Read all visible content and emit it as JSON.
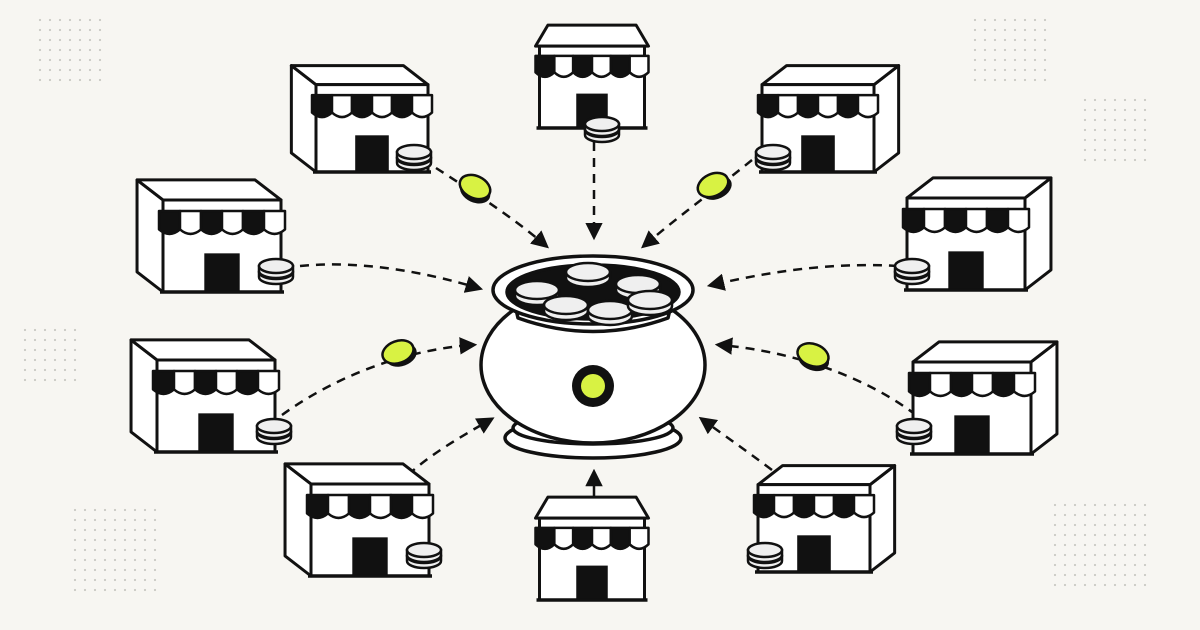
{
  "colors": {
    "background": "#F7F6F2",
    "ink": "#111111",
    "paper": "#FFFFFF",
    "accent": "#D8F243",
    "coin": "#EFEFEF",
    "dots": "#C9C9C4"
  },
  "diagram": {
    "center": {
      "icon": "pot-of-coins-icon"
    },
    "nodes": [
      {
        "id": "shop-top-center",
        "icon": "storefront-icon"
      },
      {
        "id": "shop-upper-left",
        "icon": "storefront-icon"
      },
      {
        "id": "shop-upper-right",
        "icon": "storefront-icon"
      },
      {
        "id": "shop-mid-left-upper",
        "icon": "storefront-icon"
      },
      {
        "id": "shop-mid-right-upper",
        "icon": "storefront-icon"
      },
      {
        "id": "shop-mid-left-lower",
        "icon": "storefront-icon"
      },
      {
        "id": "shop-mid-right-lower",
        "icon": "storefront-icon"
      },
      {
        "id": "shop-lower-left",
        "icon": "storefront-icon"
      },
      {
        "id": "shop-lower-right",
        "icon": "storefront-icon"
      },
      {
        "id": "shop-bottom-center",
        "icon": "storefront-icon"
      }
    ],
    "edges": [
      {
        "from": "shop-top-center",
        "to": "pot",
        "style": "dashed-arrow"
      },
      {
        "from": "shop-upper-left",
        "to": "pot",
        "style": "dashed-arrow",
        "coin": "accent"
      },
      {
        "from": "shop-upper-right",
        "to": "pot",
        "style": "dashed-arrow",
        "coin": "accent"
      },
      {
        "from": "shop-mid-left-upper",
        "to": "pot",
        "style": "dashed-arrow"
      },
      {
        "from": "shop-mid-right-upper",
        "to": "pot",
        "style": "dashed-arrow"
      },
      {
        "from": "shop-mid-left-lower",
        "to": "pot",
        "style": "dashed-arrow",
        "coin": "accent"
      },
      {
        "from": "shop-mid-right-lower",
        "to": "pot",
        "style": "dashed-arrow",
        "coin": "accent"
      },
      {
        "from": "shop-lower-left",
        "to": "pot",
        "style": "dashed-arrow"
      },
      {
        "from": "shop-lower-right",
        "to": "pot",
        "style": "dashed-arrow"
      },
      {
        "from": "shop-bottom-center",
        "to": "pot",
        "style": "solid-arrow"
      }
    ]
  }
}
